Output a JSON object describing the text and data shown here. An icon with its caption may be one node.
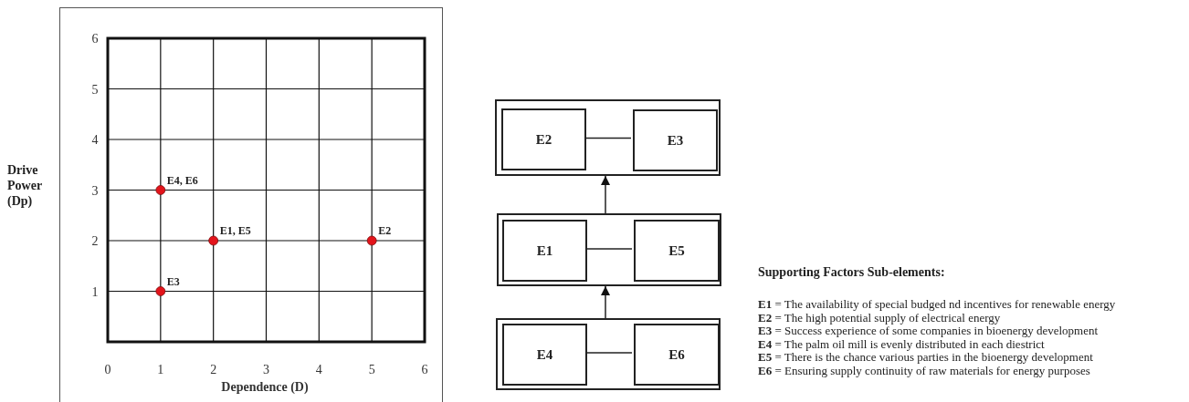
{
  "diagram": {
    "nodes": [
      {
        "text": [],
        "shape": "box"
      },
      {
        "text": [
          "E2"
        ],
        "in": 0
      },
      {
        "text": [
          "E3"
        ],
        "in": 0
      },
      {
        "text": [],
        "shape": "box"
      },
      {
        "text": [
          "E1"
        ],
        "in": 3
      },
      {
        "text": [
          "E5"
        ],
        "in": 3
      },
      {
        "text": [],
        "shape": "box"
      },
      {
        "text": [
          "E4"
        ],
        "in": 6
      },
      {
        "text": [
          "E6"
        ],
        "in": 6
      }
    ],
    "edges": [
      {
        "from": 1,
        "to": 2,
        "arrow": "none"
      },
      {
        "from": 3,
        "to": 0,
        "arrow": "to"
      },
      {
        "from": 4,
        "to": 5,
        "arrow": "none"
      },
      {
        "from": 6,
        "to": 3,
        "arrow": "to"
      },
      {
        "from": 7,
        "to": 8,
        "arrow": "none"
      }
    ],
    "labels": [
      "Supporting Factors Sub-elements:",
      "**E1** = The availability of special budged nd incentives for renewable energy",
      "**E2** = The high potential supply of electrical energy",
      "**E3** = Success experience of some companies in bioenergy development",
      "**E4** = The palm oil mill is evenly distributed in each diestrict",
      "**E5** = There is the chance various parties in the bioenergy development",
      "**E6** = Ensuring supply continuity of raw materials for energy purposes"
    ],
    "chart_data": {
      "type": "scatter",
      "xlabel": "Dependence (D)",
      "ylabel": "Drive Power (Dp)",
      "x": [
        1,
        2,
        5,
        1
      ],
      "series": [
        {
          "color": "#e3141b",
          "values": [
            3,
            2,
            2,
            1
          ]
        }
      ],
      "grid": true,
      "xlim": [
        0,
        6
      ],
      "ylim": [
        0,
        6
      ],
      "xticks": [
        0,
        1,
        2,
        3,
        4,
        5,
        6
      ],
      "yticks": [
        1,
        2,
        3,
        4,
        5,
        6
      ],
      "annotations": [
        {
          "x": 1,
          "y": 3,
          "text": "E4, E6"
        },
        {
          "x": 2,
          "y": 2,
          "text": "E1, E5"
        },
        {
          "x": 5,
          "y": 2,
          "text": "E2"
        },
        {
          "x": 1,
          "y": 1,
          "text": "E3"
        }
      ]
    }
  }
}
